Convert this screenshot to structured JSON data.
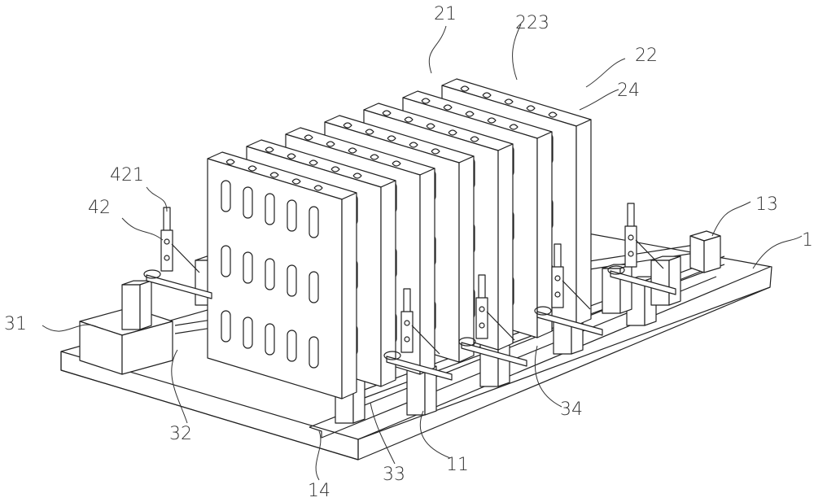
{
  "figure": {
    "type": "patent-style isometric line drawing",
    "subject": "rack frame with multiple perforated vertical plates on a rail base, with clamping arms"
  },
  "labels": [
    {
      "id": "21",
      "text": "21"
    },
    {
      "id": "223",
      "text": "223"
    },
    {
      "id": "22",
      "text": "22"
    },
    {
      "id": "24",
      "text": "24"
    },
    {
      "id": "421",
      "text": "421"
    },
    {
      "id": "42",
      "text": "42"
    },
    {
      "id": "13",
      "text": "13"
    },
    {
      "id": "1",
      "text": "1"
    },
    {
      "id": "31",
      "text": "31"
    },
    {
      "id": "32",
      "text": "32"
    },
    {
      "id": "34",
      "text": "34"
    },
    {
      "id": "14",
      "text": "14"
    },
    {
      "id": "33",
      "text": "33"
    },
    {
      "id": "11",
      "text": "11"
    }
  ],
  "plates": {
    "count": 7
  }
}
